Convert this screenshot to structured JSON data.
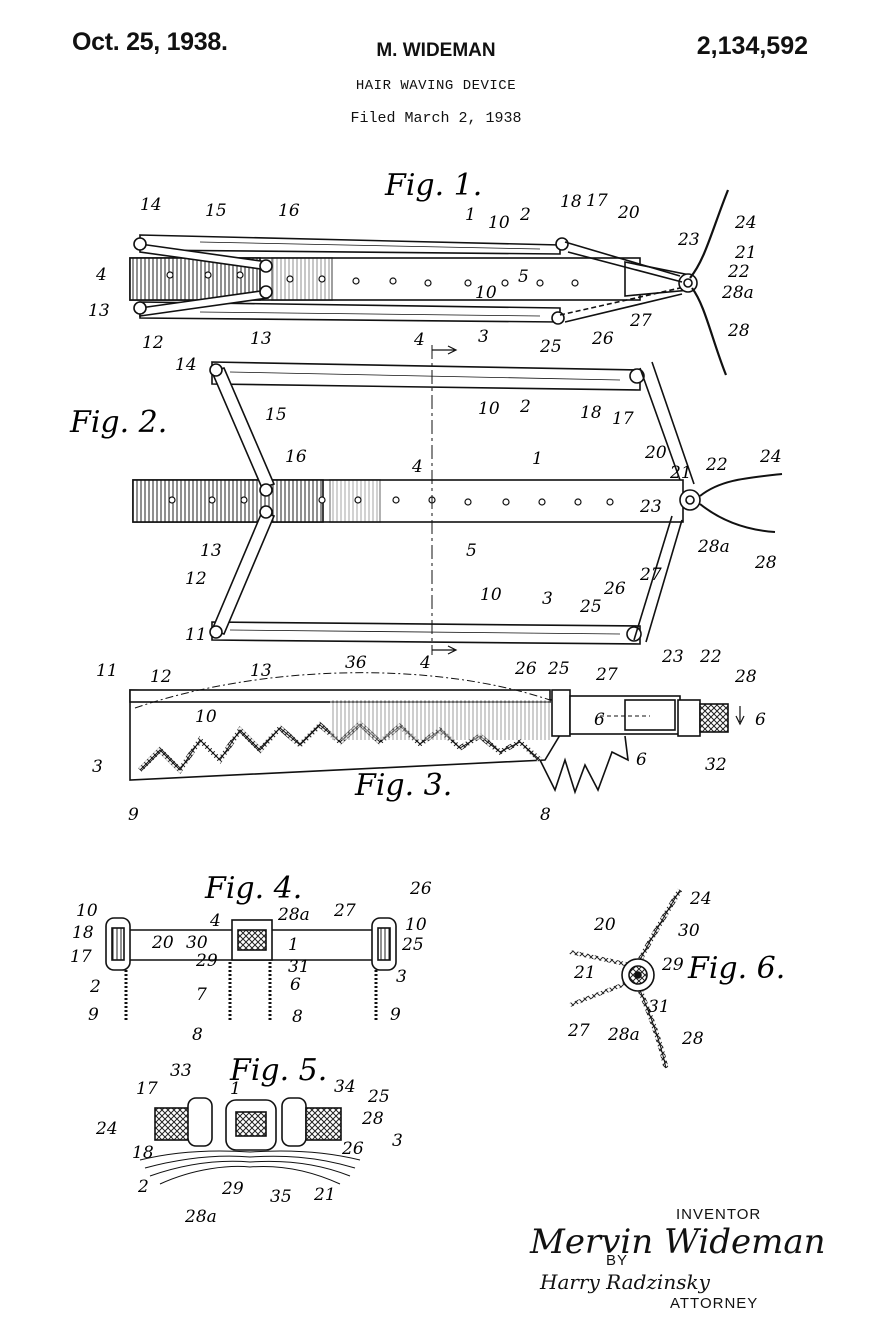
{
  "header": {
    "date": "Oct. 25, 1938.",
    "inventor": "M. WIDEMAN",
    "patent_number": "2,134,592",
    "title": "HAIR WAVING DEVICE",
    "filed": "Filed March 2, 1938"
  },
  "figures": {
    "fig1": "Fig. 1.",
    "fig2": "Fig. 2.",
    "fig3": "Fig. 3.",
    "fig4": "Fig. 4.",
    "fig5": "Fig. 5.",
    "fig6": "Fig. 6."
  },
  "refs": {
    "fig1": [
      "14",
      "15",
      "16",
      "1",
      "10",
      "2",
      "18",
      "17",
      "20",
      "24",
      "4",
      "5",
      "23",
      "21",
      "22",
      "28a",
      "13",
      "12",
      "13",
      "10",
      "3",
      "25",
      "26",
      "27",
      "28"
    ],
    "fig2": [
      "14",
      "4",
      "10",
      "2",
      "18",
      "17",
      "15",
      "20",
      "16",
      "4",
      "1",
      "21",
      "22",
      "24",
      "23",
      "5",
      "13",
      "28a",
      "28",
      "12",
      "27",
      "26",
      "10",
      "3",
      "25",
      "11",
      "4"
    ],
    "fig3": [
      "11",
      "12",
      "13",
      "36",
      "26",
      "25",
      "27",
      "23",
      "22",
      "28",
      "10",
      "6",
      "6",
      "3",
      "32",
      "6",
      "9",
      "8"
    ],
    "fig4": [
      "26",
      "10",
      "28a",
      "27",
      "10",
      "18",
      "4",
      "20",
      "30",
      "1",
      "25",
      "17",
      "29",
      "31",
      "3",
      "2",
      "7",
      "6",
      "9",
      "8",
      "8",
      "9"
    ],
    "fig5": [
      "33",
      "34",
      "25",
      "17",
      "1",
      "28",
      "24",
      "18",
      "26",
      "3",
      "2",
      "29",
      "35",
      "21",
      "28a"
    ],
    "fig6": [
      "24",
      "20",
      "30",
      "21",
      "29",
      "31",
      "27",
      "28a",
      "28"
    ]
  },
  "signature": {
    "inventor_label": "INVENTOR",
    "inventor_name": "Mervin Wideman",
    "by_label": "BY",
    "attorney_name": "Harry Radzinsky",
    "attorney_label": "ATTORNEY"
  }
}
